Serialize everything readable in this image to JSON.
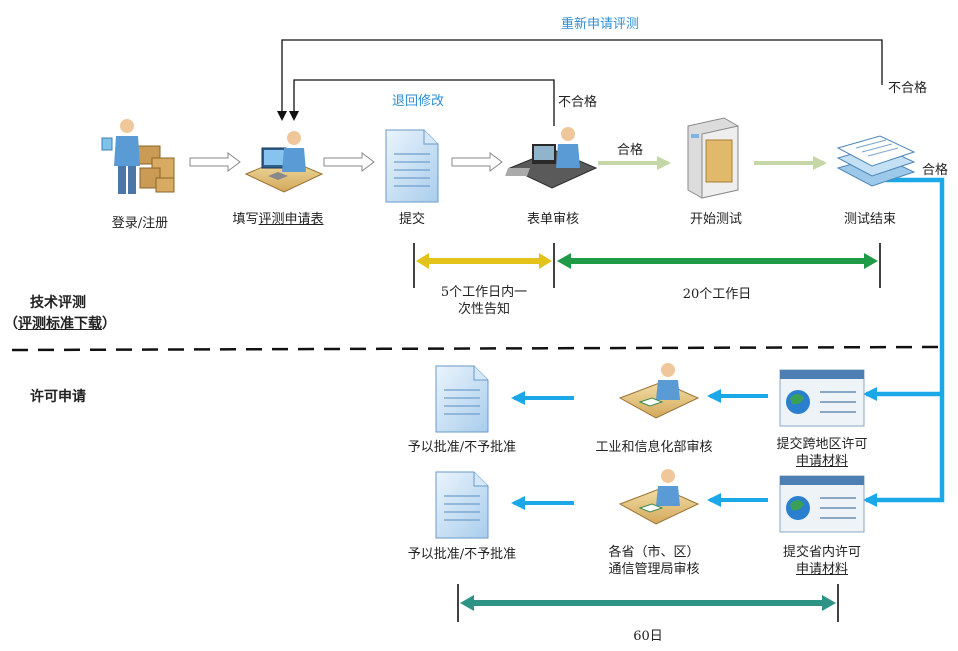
{
  "top": {
    "reapply": "重新申请评测",
    "return_edit": "退回修改",
    "fail_1": "不合格",
    "fail_2": "不合格",
    "pass_1": "合格",
    "pass_2": "合格"
  },
  "steps": {
    "login": "登录/注册",
    "fill_prefix": "填写",
    "fill_link": "评测申请表",
    "submit": "提交",
    "review": "表单审核",
    "start_test": "开始测试",
    "test_end": "测试结束"
  },
  "timeline": {
    "five_days_line1": "5个工作日内一",
    "five_days_line2": "次性告知",
    "twenty_days": "20个工作日",
    "sixty_days": "60日"
  },
  "sections": {
    "tech_eval": "技术评测",
    "std_open": "（",
    "std_link": "评测标准下载",
    "std_close": "）",
    "license_apply": "许可申请"
  },
  "license": {
    "row1_submit_line1": "提交跨地区许可",
    "row1_submit_link": "申请材料",
    "row1_review": "工业和信息化部审核",
    "row1_result": "予以批准/不予批准",
    "row2_submit_line1": "提交省内许可",
    "row2_submit_link": "申请材料",
    "row2_review_line1": "各省（市、区）",
    "row2_review_line2": "通信管理局审核",
    "row2_result": "予以批准/不予批准"
  },
  "icons": {
    "login": "person-with-boxes-icon",
    "fill": "person-at-computer-icon",
    "submit": "document-icon",
    "review": "person-at-workstation-icon",
    "start_test": "server-box-icon",
    "test_end": "document-stack-icon",
    "submit_materials": "web-browser-globe-icon",
    "reviewer": "person-at-desk-icon",
    "result": "document-icon"
  },
  "colors": {
    "loop_arrow": "#111111",
    "step_arrow": "#999999",
    "pass_arrow": "#c5d7a6",
    "five_day_bar": "#e3c21a",
    "twenty_day_bar": "#1f9a46",
    "sixty_day_bar": "#2d9385",
    "license_arrow": "#1ba8e8",
    "label_blue": "#2e8fd6"
  }
}
